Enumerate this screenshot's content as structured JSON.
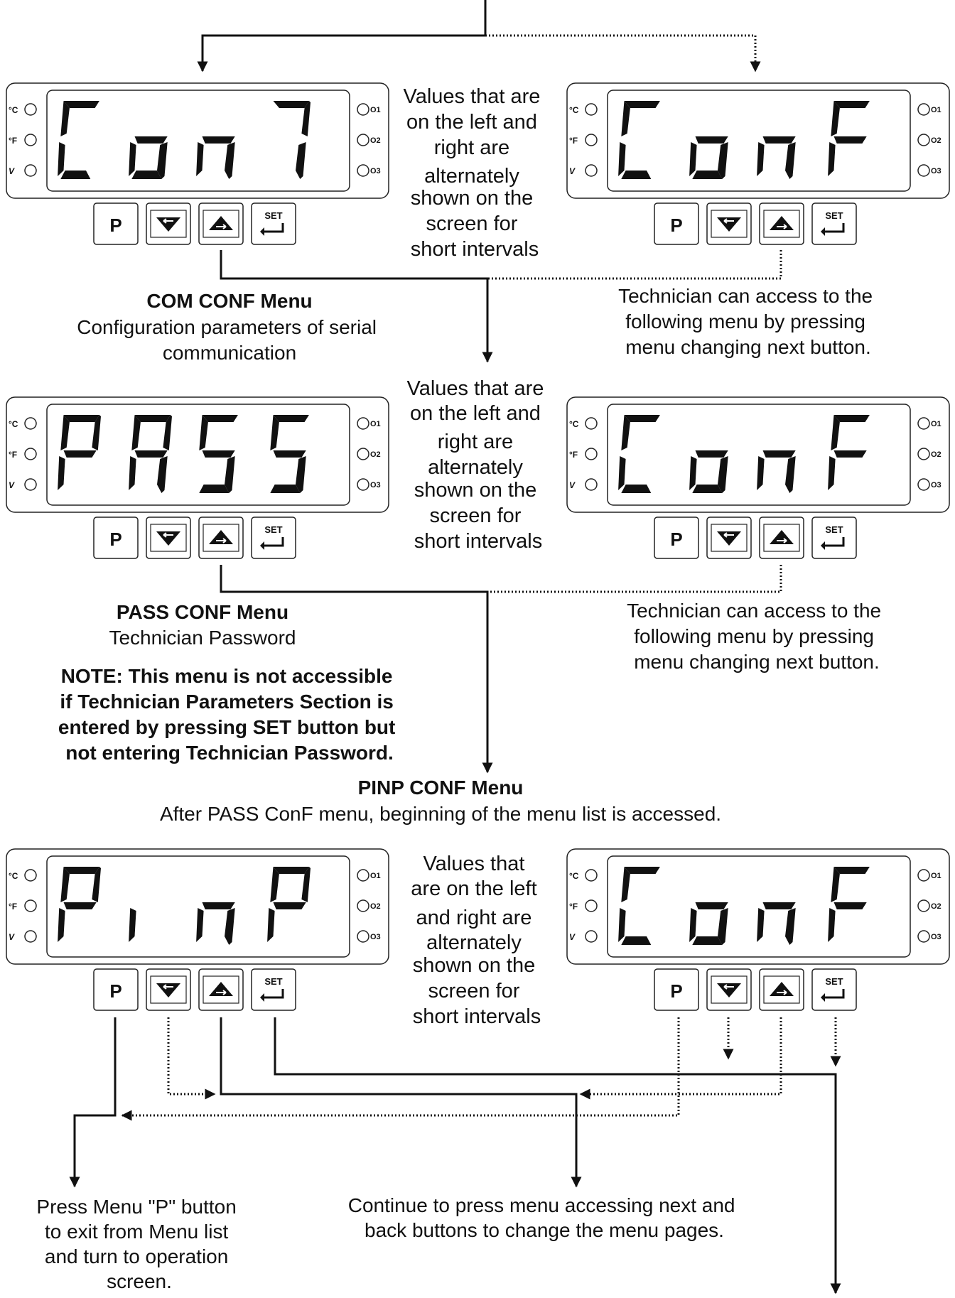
{
  "rows": [
    {
      "left_display": {
        "chars": [
          "C",
          "o",
          "n",
          "7"
        ]
      },
      "right_display": {
        "chars": [
          "C",
          "o",
          "n",
          "F"
        ]
      },
      "middle_note": [
        "Values that are",
        "on the left and",
        "right are",
        "alternately",
        "shown on the",
        "screen for",
        "short intervals"
      ],
      "menu_title": "COM CONF Menu",
      "menu_desc": [
        "Configuration parameters of serial",
        "communication"
      ],
      "right_note": [
        "Technician can access to the",
        "following menu by pressing",
        "menu changing next button."
      ]
    },
    {
      "left_display": {
        "chars": [
          "P",
          "A",
          "S",
          "S"
        ]
      },
      "right_display": {
        "chars": [
          "C",
          "o",
          "n",
          "F"
        ]
      },
      "middle_note": [
        "Values that are",
        "on the left and",
        "right are",
        "alternately",
        "shown on the",
        "screen for",
        "short intervals"
      ],
      "menu_title": "PASS CONF Menu",
      "menu_desc": [
        "Technician Password"
      ],
      "note_bold": [
        "NOTE: This menu is not accessible",
        "if Technician Parameters Section is",
        "entered by pressing SET button but",
        "not entering Technician Password."
      ],
      "right_note": [
        "Technician can access to the",
        "following menu by pressing",
        "menu changing next button."
      ]
    },
    {
      "left_display": {
        "chars": [
          "P",
          "i",
          "n",
          "P"
        ]
      },
      "right_display": {
        "chars": [
          "C",
          "o",
          "n",
          "F"
        ]
      },
      "middle_note": [
        "Values that",
        "are on the left",
        "and right are",
        "alternately",
        "shown on the",
        "screen for",
        "short intervals"
      ],
      "menu_title": "PINP CONF Menu",
      "menu_desc": [
        "After PASS ConF menu, beginning of the menu list is accessed."
      ]
    }
  ],
  "device": {
    "left_indicators": [
      "°C",
      "°F",
      "V"
    ],
    "right_indicators": [
      "O1",
      "O2",
      "O3"
    ],
    "buttons": [
      "P",
      "down-arrow",
      "up-arrow",
      "SET"
    ],
    "set_label": "SET",
    "p_label": "P"
  },
  "bottom_notes": {
    "exit": [
      "Press Menu \"P\" button",
      "to exit from Menu list",
      "and turn to operation",
      "screen."
    ],
    "continue": [
      "Continue to press menu accessing next and",
      "back buttons to change the menu pages."
    ]
  }
}
